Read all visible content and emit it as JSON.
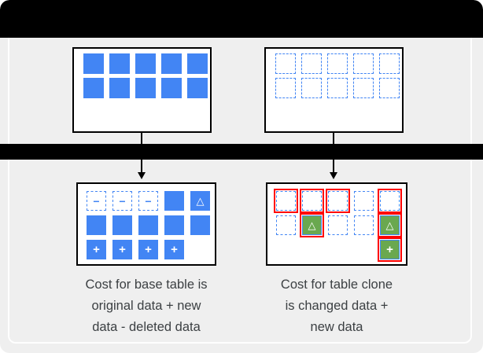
{
  "colors": {
    "background": "#EFEFEF",
    "bar": "#000000",
    "box_border": "#000000",
    "blue": "#4285F4",
    "green": "#6AA84F",
    "red": "#FF0000",
    "text": "#3C4043"
  },
  "symbols": {
    "minus": "−",
    "plus": "+",
    "delta": "△"
  },
  "diagram": {
    "top_left_grid": {
      "rows": [
        [
          "solid",
          "solid",
          "solid",
          "solid",
          "solid"
        ],
        [
          "solid",
          "solid",
          "solid",
          "solid",
          "solid"
        ]
      ]
    },
    "top_right_grid": {
      "rows": [
        [
          "dashed",
          "dashed",
          "dashed",
          "dashed",
          "dashed"
        ],
        [
          "dashed",
          "dashed",
          "dashed",
          "dashed",
          "dashed"
        ]
      ]
    },
    "bottom_left_grid": {
      "rows": [
        [
          "dashed-minus",
          "dashed-minus",
          "dashed-minus",
          "solid",
          "solid-delta"
        ],
        [
          "solid",
          "solid",
          "solid",
          "solid",
          "solid"
        ],
        [
          "solid-plus",
          "solid-plus",
          "solid-plus",
          "solid-plus"
        ]
      ]
    },
    "bottom_right_grid": {
      "rows": [
        [
          "red-dashed",
          "red-dashed",
          "red-dashed",
          "dashed",
          "red-dashed"
        ],
        [
          "dashed",
          "red-green-delta",
          "dashed",
          "dashed",
          "red-green-delta"
        ],
        [
          "empty",
          "empty",
          "empty",
          "empty",
          "red-green-plus"
        ]
      ]
    },
    "captions": {
      "left": {
        "lines": [
          "Cost for base table is",
          "original data + new",
          "data - deleted data"
        ]
      },
      "right": {
        "lines": [
          "Cost for table clone",
          "is changed data +",
          "new data"
        ]
      }
    }
  }
}
